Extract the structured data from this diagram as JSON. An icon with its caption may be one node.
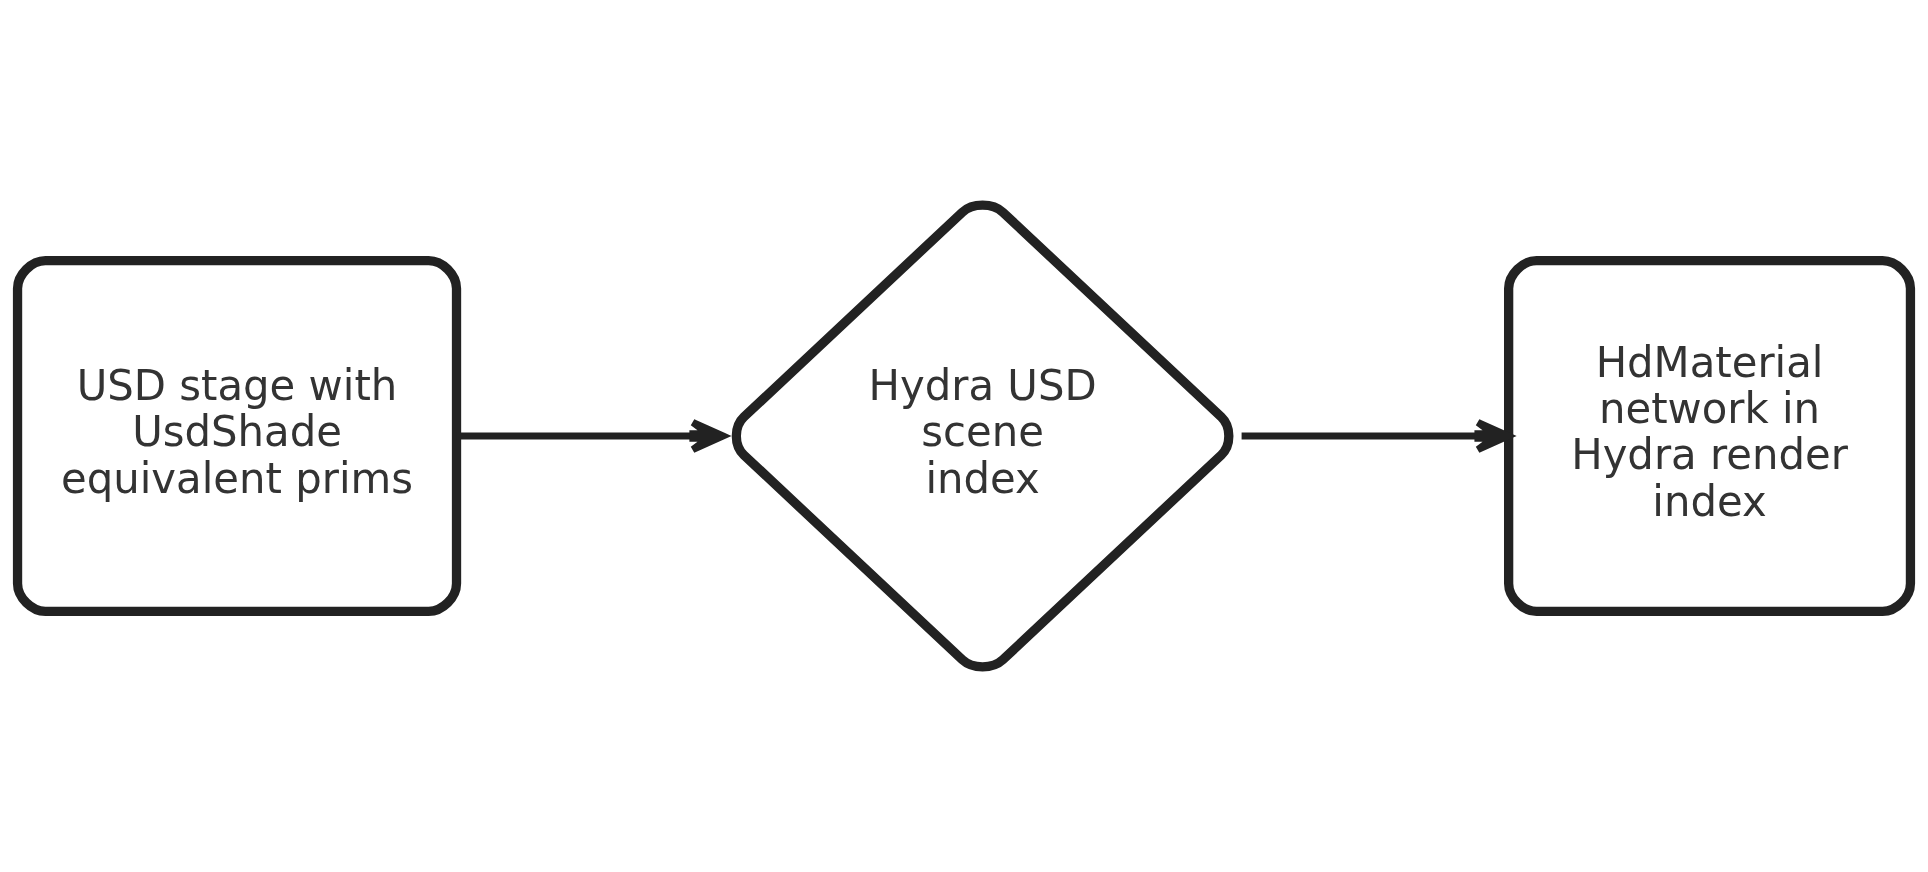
{
  "diagram": {
    "nodes": [
      {
        "text": [
          "USD stage with UsdShade equivalent prims"
        ]
      },
      {
        "text": [
          "Hydra USD scene index"
        ]
      },
      {
        "text": [
          "HdMaterial network in Hydra render index"
        ]
      }
    ],
    "edges": [
      {
        "from": 0,
        "to": 1,
        "arrow": "to"
      },
      {
        "from": 1,
        "to": 2,
        "arrow": "to"
      }
    ]
  }
}
